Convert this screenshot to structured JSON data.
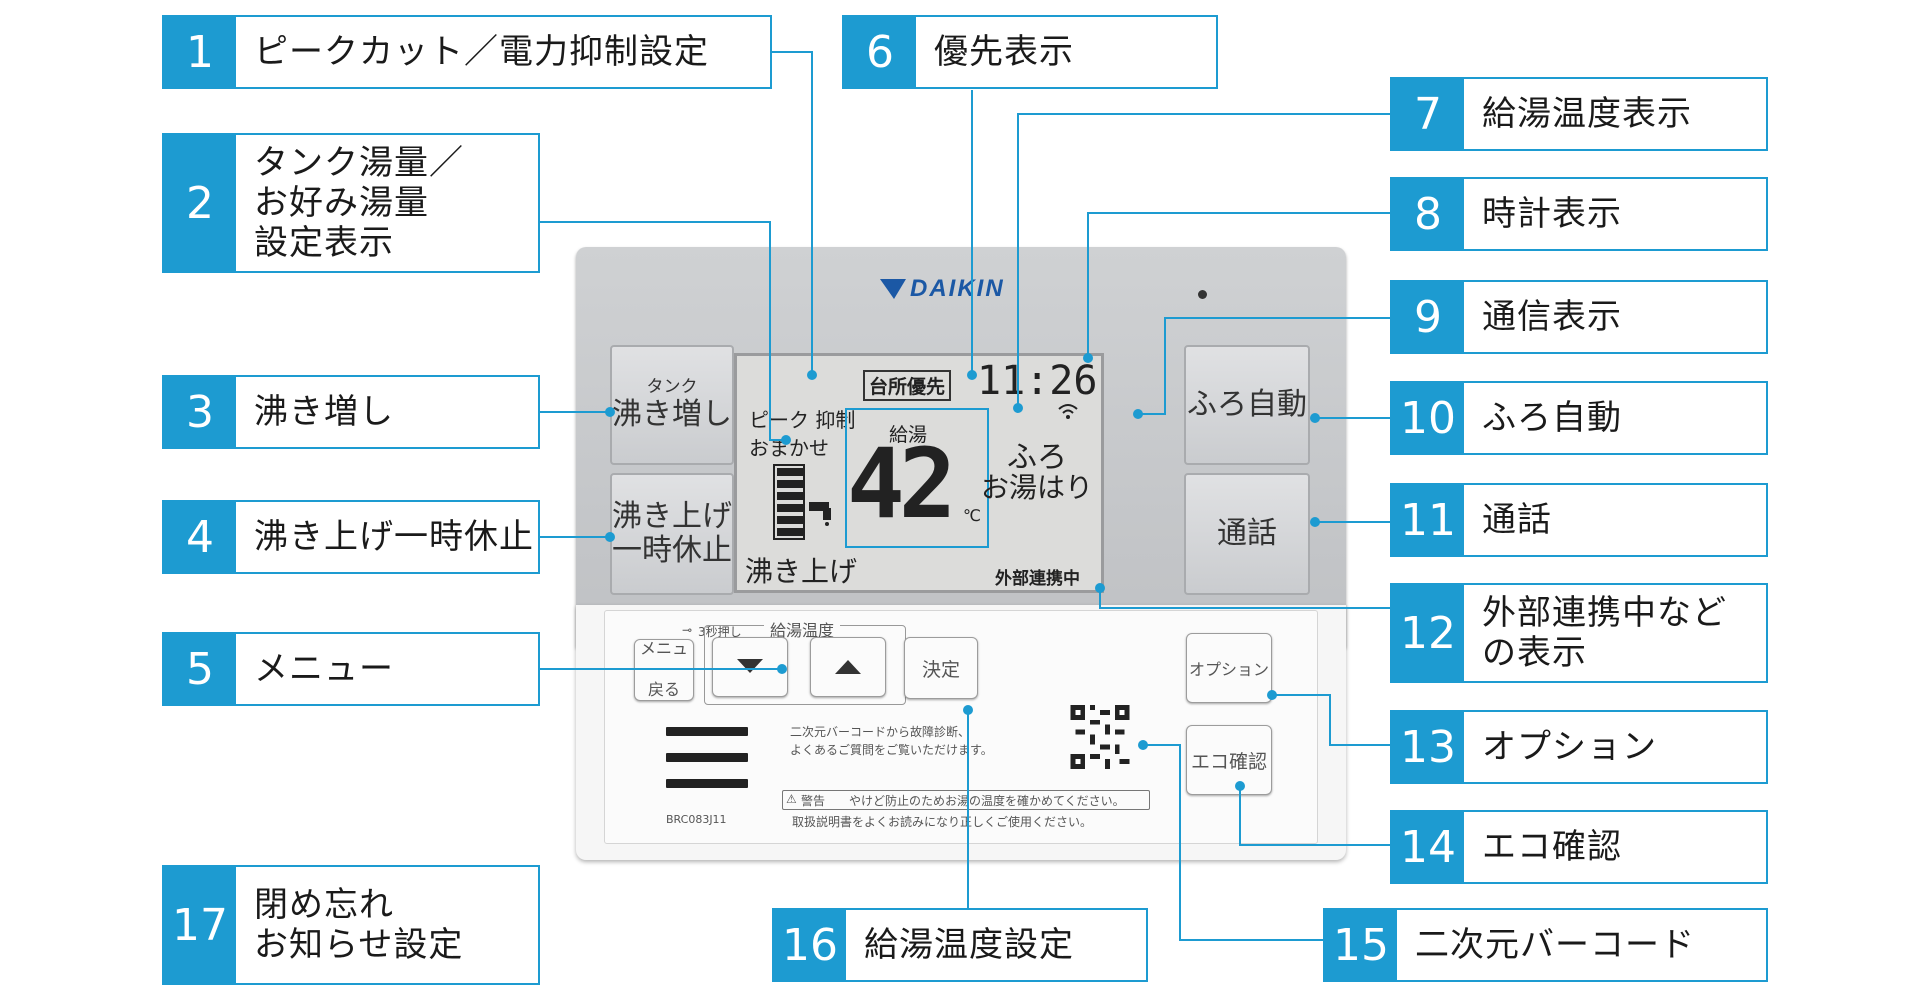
{
  "callouts": [
    {
      "num": "1",
      "label": "ピークカット／電力抑制設定"
    },
    {
      "num": "2",
      "label": "タンク湯量／\nお好み湯量\n設定表示"
    },
    {
      "num": "3",
      "label": "沸き増し"
    },
    {
      "num": "4",
      "label": "沸き上げ一時休止"
    },
    {
      "num": "5",
      "label": "メニュー"
    },
    {
      "num": "6",
      "label": "優先表示"
    },
    {
      "num": "7",
      "label": "給湯温度表示"
    },
    {
      "num": "8",
      "label": "時計表示"
    },
    {
      "num": "9",
      "label": "通信表示"
    },
    {
      "num": "10",
      "label": "ふろ自動"
    },
    {
      "num": "11",
      "label": "通話"
    },
    {
      "num": "12",
      "label": "外部連携中など\nの表示"
    },
    {
      "num": "13",
      "label": "オプション"
    },
    {
      "num": "14",
      "label": "エコ確認"
    },
    {
      "num": "15",
      "label": "二次元バーコード"
    },
    {
      "num": "16",
      "label": "給湯温度設定"
    },
    {
      "num": "17",
      "label": "閉め忘れ\nお知らせ設定"
    }
  ],
  "remote": {
    "brand": "DAIKIN",
    "model": "BRC083J11",
    "buttons": {
      "tank_caption": "タンク",
      "boost": "沸き増し",
      "pause_line1": "沸き上げ",
      "pause_line2": "一時休止",
      "bath_auto": "ふろ自動",
      "intercom": "通話",
      "menu_line1": "メニュー",
      "menu_line2": "戻る",
      "menu_hold_hint": "3秒押し",
      "temp_group_label": "給湯温度",
      "decide": "決定",
      "option": "オプション",
      "eco": "エコ確認"
    },
    "lcd": {
      "priority": "台所優先",
      "clock": "11:26",
      "peak": "ピーク 抑制",
      "omakase": "おまかせ",
      "supply_label": "給湯",
      "temperature": "42",
      "unit": "℃",
      "bath_status_line1": "ふろ",
      "bath_status_line2": "お湯はり",
      "boiling": "沸き上げ",
      "external": "外部連携中"
    },
    "printed": {
      "qr_line1": "二次元バーコードから故障診断、",
      "qr_line2": "よくあるご質問をご覧いただけます。",
      "warning_tag": "警告",
      "warning_text": "やけど防止のためお湯の温度を確かめてください。",
      "manual_text": "取扱説明書をよくお読みになり正しくご使用ください。"
    }
  },
  "colors": {
    "accent": "#1d9bd1",
    "brand": "#1b58a5"
  }
}
